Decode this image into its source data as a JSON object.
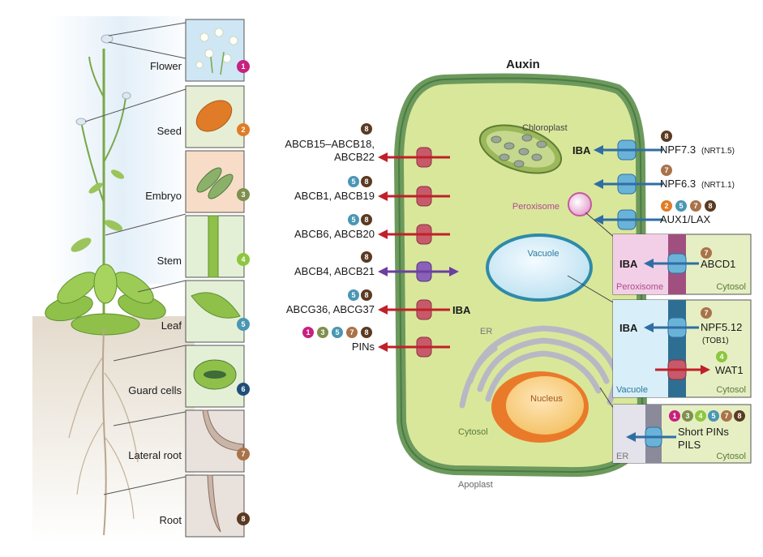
{
  "title": "Auxin",
  "colors": {
    "organ1": "#c7217f",
    "organ2": "#e07b27",
    "organ3": "#7f8f4e",
    "organ4": "#8dc63f",
    "organ5": "#4a97b4",
    "organ6": "#1f4e79",
    "organ7": "#a9734a",
    "organ8": "#5a3a22",
    "efflux_arrow": "#c0202a",
    "influx_arrow": "#2f6ea3",
    "bidirectional_arrow": "#6b3fa0",
    "cell_wall": "#5f8f55",
    "cytoplasm": "#d9e79b"
  },
  "organs": [
    {
      "label": "Flower",
      "number": "1"
    },
    {
      "label": "Seed",
      "number": "2"
    },
    {
      "label": "Embryo",
      "number": "3"
    },
    {
      "label": "Stem",
      "number": "4"
    },
    {
      "label": "Leaf",
      "number": "5"
    },
    {
      "label": "Guard cells",
      "number": "6"
    },
    {
      "label": "Lateral root",
      "number": "7"
    },
    {
      "label": "Root",
      "number": "8"
    }
  ],
  "efflux": [
    {
      "label_lines": [
        "ABCB15–ABCB18,",
        "ABCB22"
      ],
      "organs": [
        "8"
      ]
    },
    {
      "label_lines": [
        "ABCB1, ABCB19"
      ],
      "organs": [
        "5",
        "8"
      ]
    },
    {
      "label_lines": [
        "ABCB6, ABCB20"
      ],
      "organs": [
        "5",
        "8"
      ]
    },
    {
      "label_lines": [
        "ABCB4, ABCB21"
      ],
      "organs": [
        "8"
      ]
    },
    {
      "label_lines": [
        "ABCG36, ABCG37"
      ],
      "organs": [
        "5",
        "8"
      ],
      "substrate": "IBA"
    },
    {
      "label_lines": [
        "PINs"
      ],
      "organs": [
        "1",
        "3",
        "5",
        "7",
        "8"
      ]
    }
  ],
  "influx": [
    {
      "name": "NPF7.3",
      "alias": "(NRT1.5)",
      "organs": [
        "8"
      ],
      "substrate": "IBA"
    },
    {
      "name": "NPF6.3",
      "alias": "(NRT1.1)",
      "organs": [
        "7"
      ]
    },
    {
      "name": "AUX1/LAX",
      "alias": "",
      "organs": [
        "2",
        "5",
        "7",
        "8"
      ]
    }
  ],
  "organelles": {
    "chloroplast": "Chloroplast",
    "peroxisome": "Peroxisome",
    "vacuole": "Vacuole",
    "er": "ER",
    "nucleus": "Nucleus",
    "cytosol": "Cytosol",
    "apoplast": "Apoplast"
  },
  "insets": [
    {
      "compartment": "Peroxisome",
      "side": "Cytosol",
      "substrate": "IBA",
      "transporter": "ABCD1",
      "organs": [
        "7"
      ]
    },
    {
      "compartment": "Vacuole",
      "side": "Cytosol",
      "substrate": "IBA",
      "transporter": "NPF5.12",
      "transporter_alias": "(TOB1)",
      "organs": [
        "7"
      ],
      "second_transporter": "WAT1",
      "second_organs": [
        "4"
      ]
    },
    {
      "compartment": "ER",
      "side": "Cytosol",
      "transporter_lines": [
        "Short PINs",
        "PILS"
      ],
      "organs": [
        "1",
        "3",
        "4",
        "5",
        "7",
        "8"
      ]
    }
  ]
}
